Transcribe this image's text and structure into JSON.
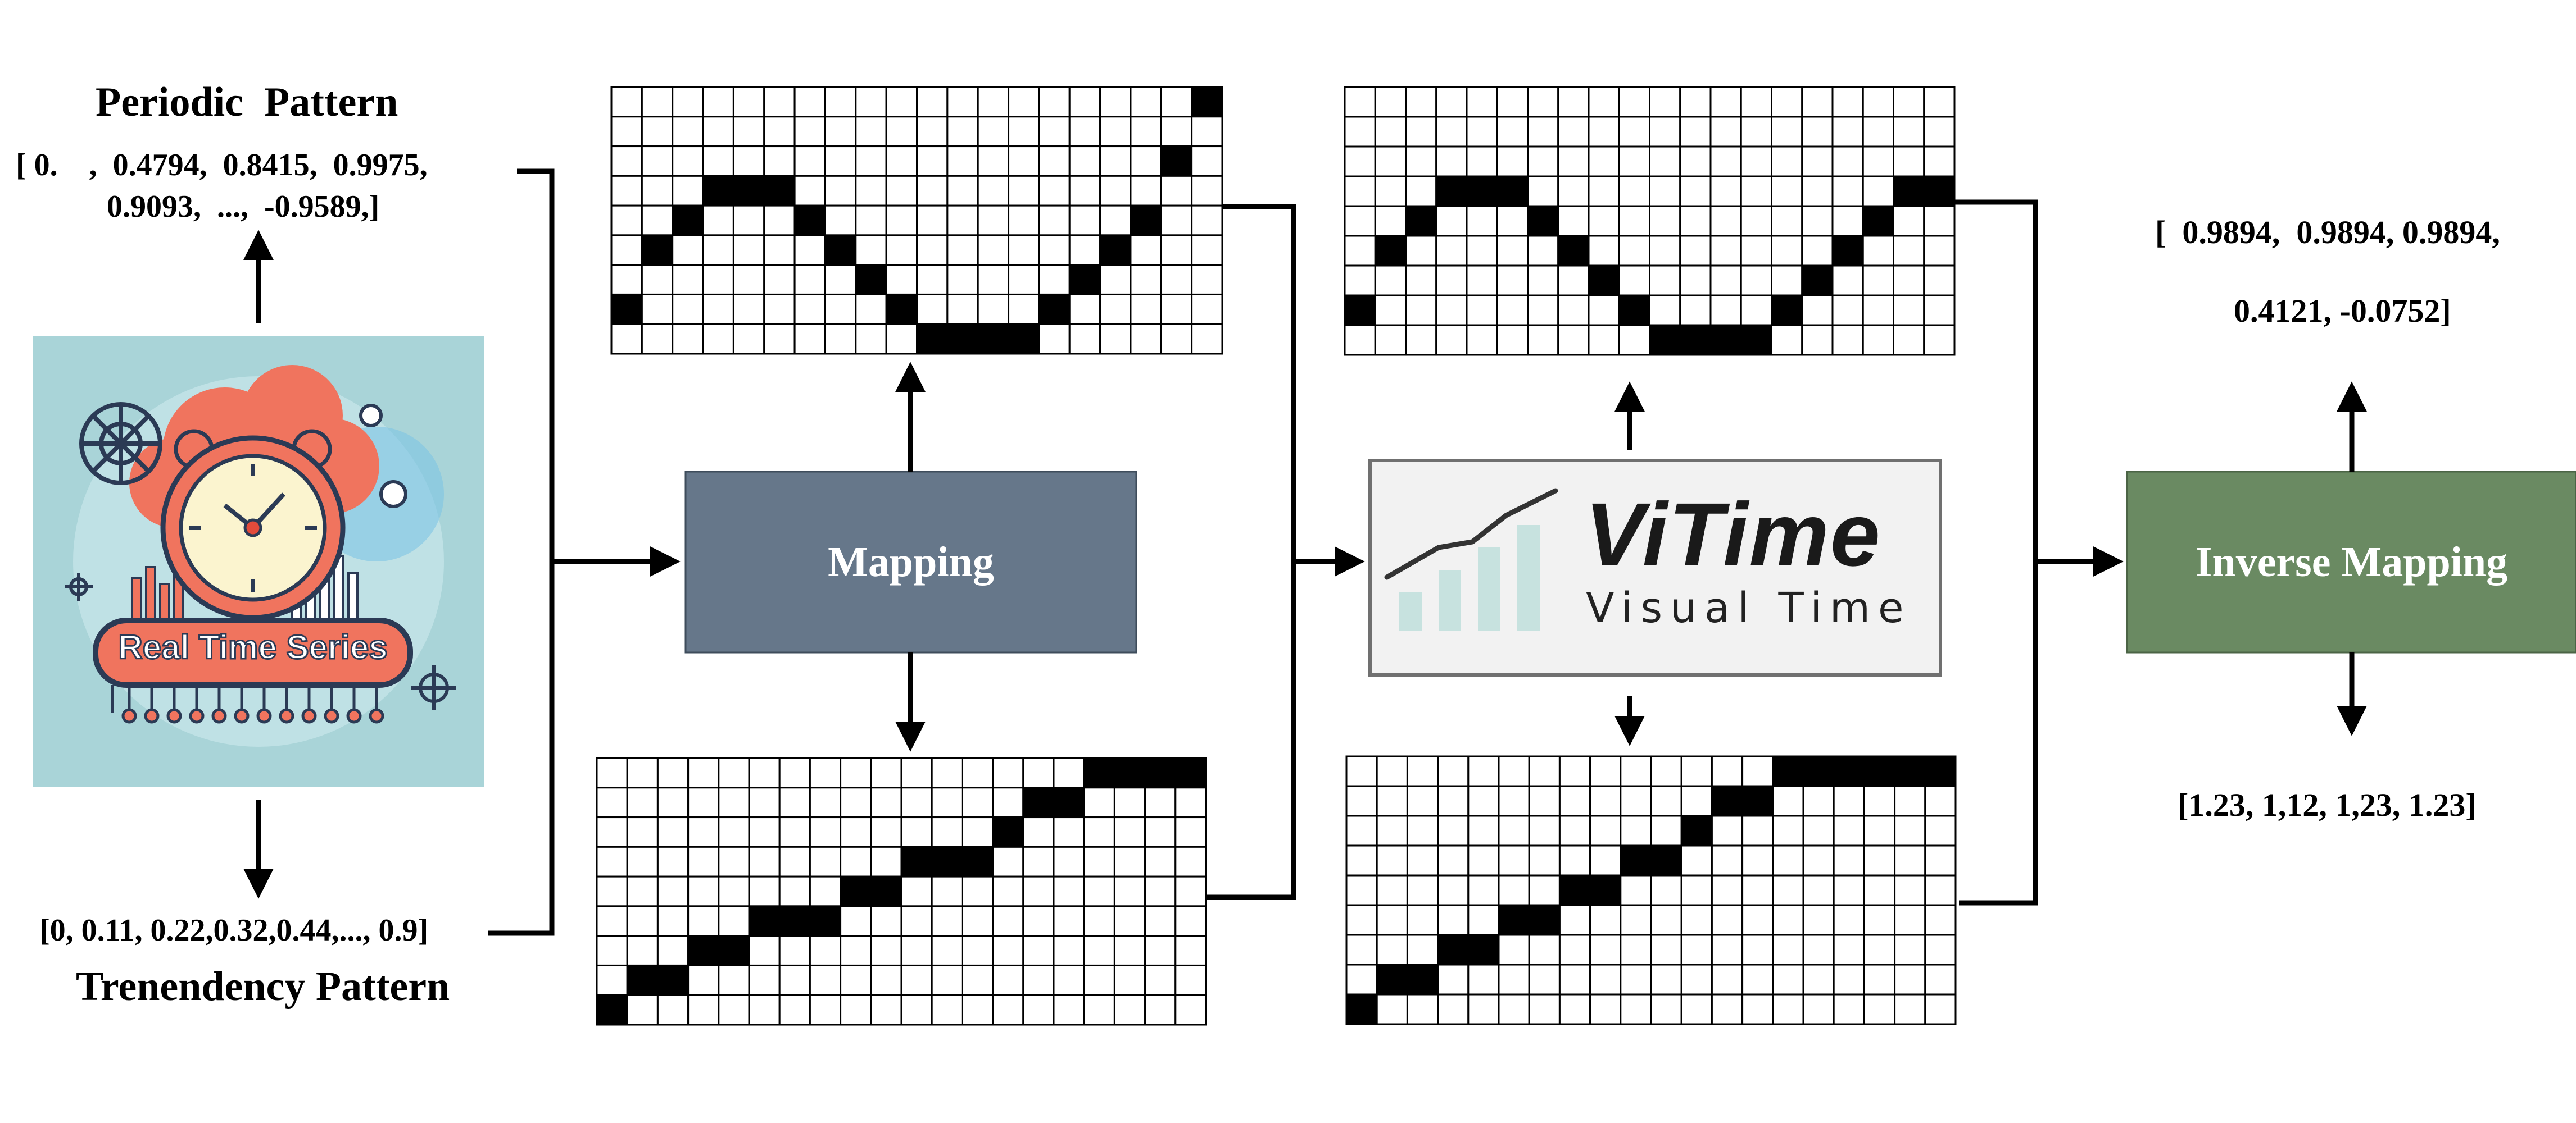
{
  "periodic": {
    "title": "Periodic  Pattern",
    "values_line1": "[ 0.    ,  0.4794,  0.8415,  0.9975,",
    "values_line2": "0.9093,  ...,  -0.9589,]"
  },
  "trend": {
    "values": "[0, 0.11, 0.22,0.32,0.44,..., 0.9]",
    "title": "Trenendency Pattern"
  },
  "input_image": {
    "caption": "Real Time Series"
  },
  "mapping": {
    "label": "Mapping",
    "color": "#66778a"
  },
  "vitime": {
    "name": "ViTime",
    "subtitle": "Visual Time",
    "bar_color": "#c7e2df"
  },
  "inverse": {
    "label": "Inverse Mapping",
    "color": "#6a8a62"
  },
  "output": {
    "line1": "[  0.9894,  0.9894, 0.9894,",
    "line2": "0.4121, -0.0752]",
    "line3": "[1.23, 1,12, 1,23, 1.23]"
  },
  "grids": {
    "cols": 20,
    "rows": 9,
    "sine_in": [
      7,
      5,
      4,
      3,
      3,
      3,
      4,
      5,
      6,
      7,
      8,
      8,
      8,
      8,
      7,
      6,
      5,
      4,
      2,
      0
    ],
    "trend_in": [
      8,
      7,
      7,
      6,
      6,
      5,
      5,
      5,
      4,
      4,
      3,
      3,
      3,
      2,
      1,
      1,
      0,
      0,
      0,
      0
    ],
    "sine_out": [
      7,
      5,
      4,
      3,
      3,
      3,
      4,
      5,
      6,
      7,
      8,
      8,
      8,
      8,
      7,
      6,
      5,
      4,
      3,
      3
    ],
    "trend_out": [
      8,
      7,
      7,
      6,
      6,
      5,
      5,
      4,
      4,
      3,
      3,
      2,
      1,
      1,
      0,
      0,
      0,
      0,
      0,
      0
    ]
  }
}
